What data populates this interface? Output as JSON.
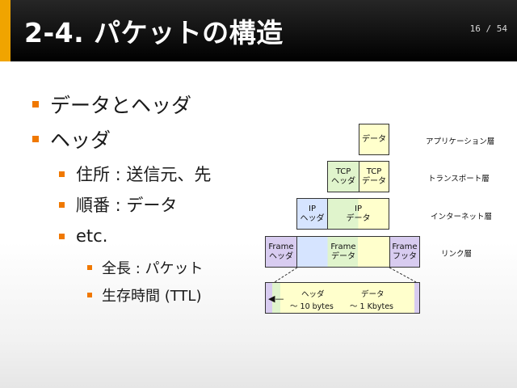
{
  "slide": {
    "title": "2-4. パケットの構造",
    "page_number": "16 / 54"
  },
  "bullets": [
    {
      "level": 1,
      "text": "データとヘッダ"
    },
    {
      "level": 1,
      "text": "ヘッダ"
    },
    {
      "level": 2,
      "text": "住所 : 送信元、先"
    },
    {
      "level": 2,
      "text": "順番 : データ"
    },
    {
      "level": 2,
      "text": "etc."
    },
    {
      "level": 3,
      "text": "全長 : パケット"
    },
    {
      "level": 3,
      "text": "生存時間 (TTL)"
    }
  ],
  "diagram": {
    "app_data": "データ",
    "tcp_header": "TCP\nヘッダ",
    "tcp_data": "TCP\nデータ",
    "ip_header": "IP\nヘッダ",
    "ip_data": "IP\nデータ",
    "frame_header": "Frame\nヘッダ",
    "frame_data": "Frame\nデータ",
    "frame_footer": "Frame\nフッタ",
    "header_label": "ヘッダ",
    "header_size": "～ 10 bytes",
    "data_label": "データ",
    "data_size": "～ 1 Kbytes",
    "layer_app": "アプリケーション層",
    "layer_transport": "トランスポート層",
    "layer_internet": "インターネット層",
    "layer_link": "リンク層",
    "colors": {
      "app": "#ffffcc",
      "tcp": "#e0f4cc",
      "ip": "#d6e4ff",
      "frame_header": "#d8ccf0",
      "frame_data": "#eef6e0",
      "accent": "#f07800"
    }
  }
}
